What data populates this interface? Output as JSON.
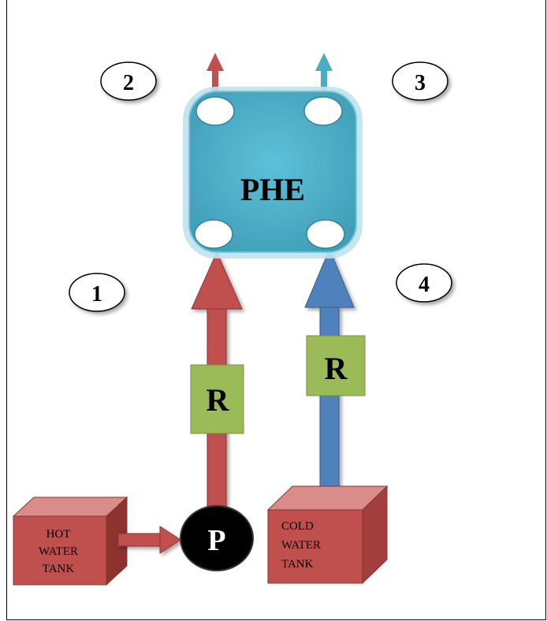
{
  "title": "",
  "heat_exchanger": {
    "label": "PHE"
  },
  "points": [
    {
      "id": "p1",
      "label": "1"
    },
    {
      "id": "p2",
      "label": "2"
    },
    {
      "id": "p3",
      "label": "3"
    },
    {
      "id": "p4",
      "label": "4"
    }
  ],
  "rotameters": {
    "hot_label": "R",
    "cold_label": "R"
  },
  "pump": {
    "label": "P"
  },
  "hot_tank": {
    "lines": [
      "HOT",
      "WATER",
      "TANK"
    ]
  },
  "cold_tank": {
    "lines": [
      "COLD",
      "WATER",
      "TANK"
    ]
  },
  "colors": {
    "hot": "#c0504d",
    "hot_dark": "#8c3330",
    "cold": "#4f81bd",
    "cold_outlet": "#4bacc6",
    "phe_fill": "#4bacc6",
    "rotameter": "#9bbb59",
    "tank": "#c0504d",
    "pump": "#000000"
  }
}
